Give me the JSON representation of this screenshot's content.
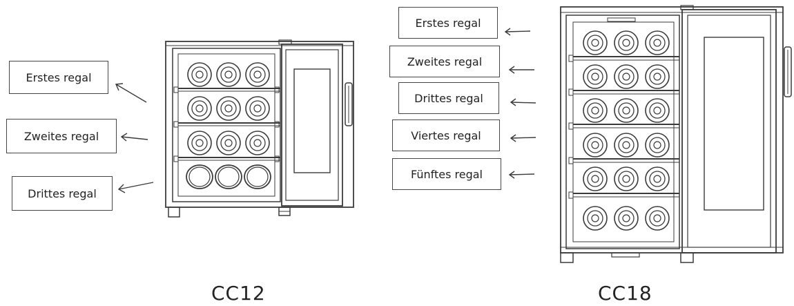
{
  "models": [
    {
      "name": "CC12",
      "shelves": [
        "Erstes regal",
        "Zweites regal",
        "Drittes regal"
      ]
    },
    {
      "name": "CC18",
      "shelves": [
        "Erstes regal",
        "Zweites regal",
        "Drittes regal",
        "Viertes regal",
        "Fünftes regal"
      ]
    }
  ],
  "colors": {
    "line": "#3a3a3a",
    "text": "#222222",
    "background": "#ffffff"
  },
  "icons": [
    "arrow-left-icon",
    "wine-bottle-icon",
    "door-handle-icon"
  ]
}
